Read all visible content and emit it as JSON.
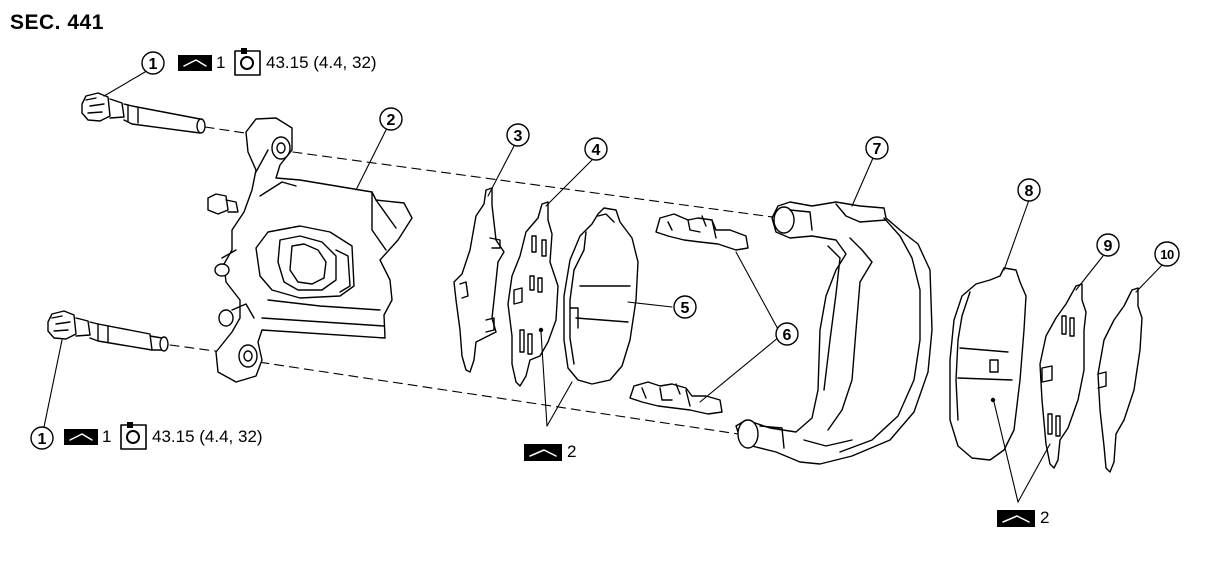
{
  "section_label": "SEC. 441",
  "torque_spec_top": {
    "callout": "1",
    "quantity": "1",
    "torque": "43.15 (4.4, 32)"
  },
  "torque_spec_bottom": {
    "callout": "1",
    "quantity": "1",
    "torque": "43.15 (4.4, 32)"
  },
  "qty_center": "2",
  "qty_right": "2",
  "callouts": [
    "1",
    "2",
    "3",
    "4",
    "5",
    "6",
    "7",
    "8",
    "9",
    "10"
  ]
}
